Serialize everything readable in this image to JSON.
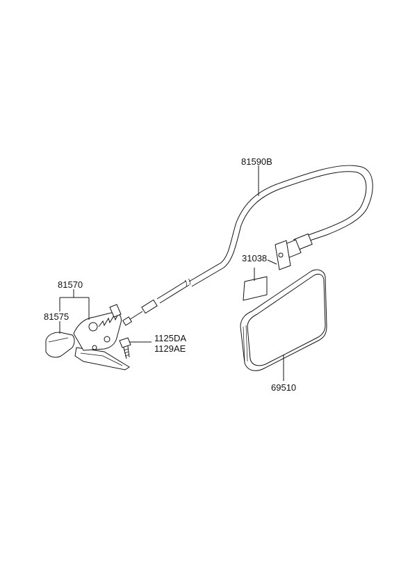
{
  "parts": {
    "cable": "81590B",
    "bracket": "31038",
    "fuel_door": "69510",
    "opener_assembly": "81570",
    "handle_cover": "81575",
    "bolt_a": "1125DA",
    "bolt_b": "1129AE"
  },
  "colors": {
    "line": "#111111",
    "background": "#ffffff"
  }
}
